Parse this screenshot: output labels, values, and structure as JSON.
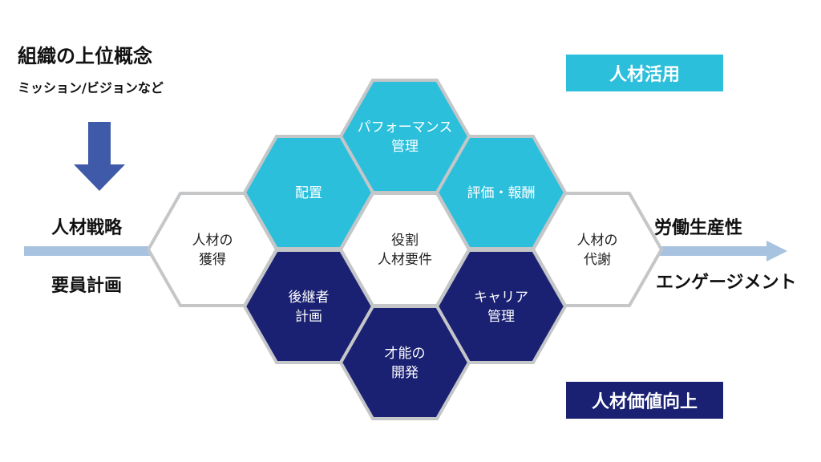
{
  "header": {
    "title": "組織の上位概念",
    "subtitle": "ミッション/ビジョンなど"
  },
  "left": {
    "label_top": "人材戦略",
    "label_bottom": "要員計画"
  },
  "right": {
    "label_top": "労働生産性",
    "label_bottom": "エンゲージメント"
  },
  "legend": {
    "utilization": "人材活用",
    "value_improvement": "人材価値向上"
  },
  "hexagons": {
    "performance": [
      "パフォーマンス",
      "管理"
    ],
    "placement": [
      "配置"
    ],
    "evaluation": [
      "評価・報酬"
    ],
    "acquisition": [
      "人材の",
      "獲得"
    ],
    "center": [
      "役割",
      "人材要件"
    ],
    "turnover": [
      "人材の",
      "代謝"
    ],
    "succession": [
      "後継者",
      "計画"
    ],
    "career": [
      "キャリア",
      "管理"
    ],
    "talent": [
      "才能の",
      "開発"
    ]
  },
  "colors": {
    "cyan": "#2bbfdc",
    "navy": "#1a2172",
    "white": "#ffffff",
    "hex_border": "#c4c6c8",
    "arrow_band": "#a8c3e0",
    "down_arrow": "#3e5aa8"
  }
}
